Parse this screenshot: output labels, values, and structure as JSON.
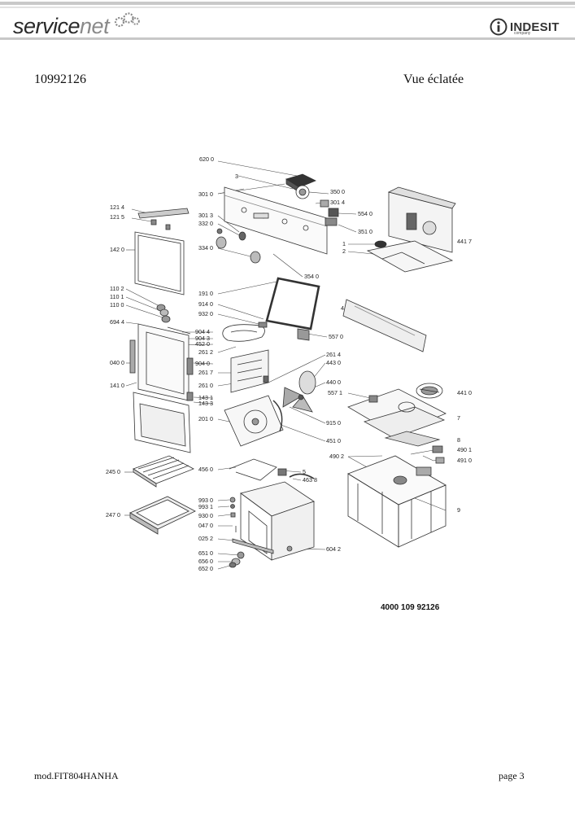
{
  "header": {
    "brand_left_a": "service",
    "brand_left_b": "net",
    "brand_right": "INDESIT",
    "brand_right_sub": "company"
  },
  "document": {
    "code": "10992126",
    "view_title": "Vue éclatée",
    "part_number": "4000 109 92126",
    "footer_model": "mod.FIT804HANHA",
    "footer_page": "page 3"
  },
  "labels": {
    "l6200": "620 0",
    "l3": "3",
    "l3500": "350 0",
    "l3010": "301 0",
    "l3014": "301 4",
    "l1214": "121 4",
    "l1215": "121 5",
    "l3013": "301 3",
    "l3320": "332 0",
    "l5540": "554 0",
    "l3510": "351 0",
    "l4417": "441 7",
    "l1": "1",
    "l2": "2",
    "l1420": "142 0",
    "l3340": "334 0",
    "l3540": "354 0",
    "l1102": "110 2",
    "l1101": "110 1",
    "l1100": "110 0",
    "l1910": "191 0",
    "l9140": "914 0",
    "l4": "4",
    "l9320": "932 0",
    "l6944": "694 4",
    "l9044": "904 4",
    "l9043": "904 3",
    "l4520": "452 0",
    "l5570": "557 0",
    "l2612": "261 2",
    "l2614": "261 4",
    "l0400": "040 0",
    "l9040": "904 0",
    "l4430": "443 0",
    "l2617": "261 7",
    "l1410": "141 0",
    "l2610": "261 0",
    "l4400": "440 0",
    "l1431": "143 1",
    "l1433": "143 3",
    "l5571": "557 1",
    "l4410": "441 0",
    "l2010": "201 0",
    "l9150": "915 0",
    "l7": "7",
    "l4510": "451 0",
    "l8": "8",
    "l4902": "490 2",
    "l4901": "490 1",
    "l4910": "491 0",
    "l2450": "245 0",
    "l4560": "456 0",
    "l5": "5",
    "l4638": "463 8",
    "l9930": "993 0",
    "l9931": "993 1",
    "l2470": "247 0",
    "l9300": "930 0",
    "l9": "9",
    "l0470": "047 0",
    "l0252": "025 2",
    "l6042": "604 2",
    "l6510": "651 0",
    "l6560": "656 0",
    "l6520": "652 0"
  }
}
